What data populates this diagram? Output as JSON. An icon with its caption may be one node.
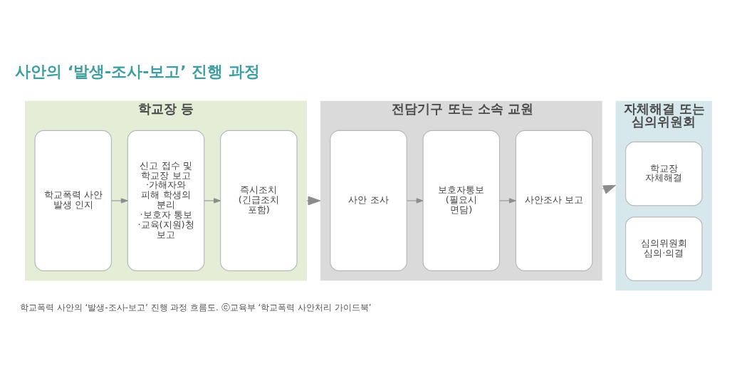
{
  "diagram": {
    "title": "사안의 ‘발생-조사-보고’ 진행 과정",
    "caption": "학교폭력 사안의 ‘발생-조사-보고’ 진행 과정 흐름도. ⓒ교육부 ‘학교폭력 사안처리 가이드북’",
    "nodes": [
      {
        "text": [
          "학교장 등"
        ]
      },
      {
        "text": [
          "학교폭력 사안 발생 인지"
        ],
        "in": 0
      },
      {
        "text": [
          "신고 접수 및 학교장 보고",
          "·가해자와 피해 학생의 분리",
          "·보호자 통보",
          "·교육(지원)청 보고"
        ],
        "in": 0
      },
      {
        "text": [
          "즉시조치 (긴급조치 포함)"
        ],
        "in": 0
      },
      {
        "text": [
          "전담기구 또는 소속 교원"
        ]
      },
      {
        "text": [
          "사안 조사"
        ],
        "in": 4
      },
      {
        "text": [
          "보호자통보 (필요시 면담)"
        ],
        "in": 4
      },
      {
        "text": [
          "사안조사 보고"
        ],
        "in": 4
      },
      {
        "text": [
          "자체해결 또는 심의위원회"
        ]
      },
      {
        "text": [
          "학교장 자체해결"
        ],
        "in": 8
      },
      {
        "text": [
          "심의위원회 심의·의결"
        ],
        "in": 8
      }
    ],
    "edges": [
      {
        "from": 1,
        "to": 2,
        "arrow": "to"
      },
      {
        "from": 2,
        "to": 3,
        "arrow": "to"
      },
      {
        "from": 0,
        "to": 4,
        "arrow": "to"
      },
      {
        "from": 5,
        "to": 6,
        "arrow": "to"
      },
      {
        "from": 6,
        "to": 7,
        "arrow": "to"
      },
      {
        "from": 4,
        "to": 8,
        "arrow": "to"
      }
    ]
  }
}
